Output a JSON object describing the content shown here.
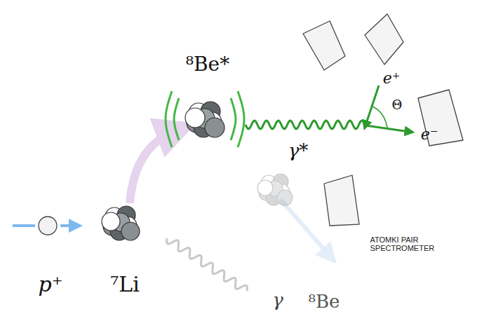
{
  "diagram": {
    "labels": [
      "p⁺",
      "⁷Li",
      "⁸Be*",
      "γ*",
      "e⁺",
      "Θ",
      "e⁻",
      "ATOMKI PAIR SPECTROMETER",
      "γ",
      "⁸Be"
    ]
  }
}
